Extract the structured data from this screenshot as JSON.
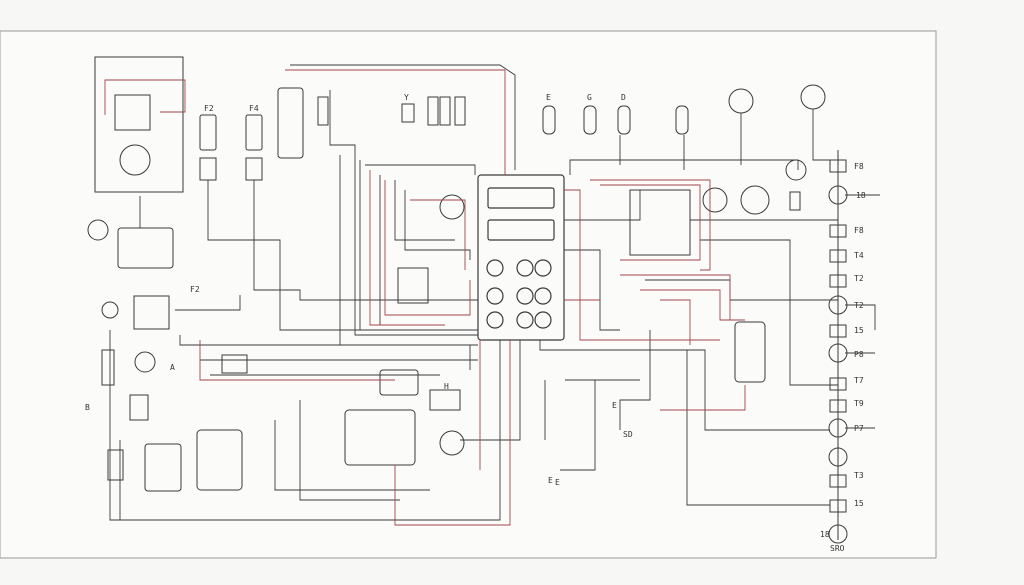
{
  "labels": {
    "top_left_f2": "F2",
    "top_left_f4": "F4",
    "top_y": "Y",
    "top_e": "E",
    "top_g": "G",
    "top_d": "D",
    "left_mid": "F2",
    "left_a": "A",
    "left_b": "B",
    "center_bottom": "E",
    "center_right": "E",
    "center_mid": "H",
    "right_f8_top": "F8",
    "right_18": "18",
    "right_f8": "F8",
    "right_t4": "T4",
    "right_t2": "T2",
    "right_t2b": "T2",
    "right_15": "15",
    "right_p8": "P8",
    "right_t7": "T7",
    "right_t9": "T9",
    "right_p7": "P7",
    "right_t3": "T3",
    "right_15b": "15",
    "right_18b": "18",
    "bottom_e": "E",
    "bottom_sro": "SRO",
    "bottom_mid_sd": "SD"
  },
  "colors": {
    "wire_dark": "#3a3a3a",
    "wire_red": "#a2464a",
    "frame": "#9a9a9a",
    "paper": "#fbfbf9"
  }
}
